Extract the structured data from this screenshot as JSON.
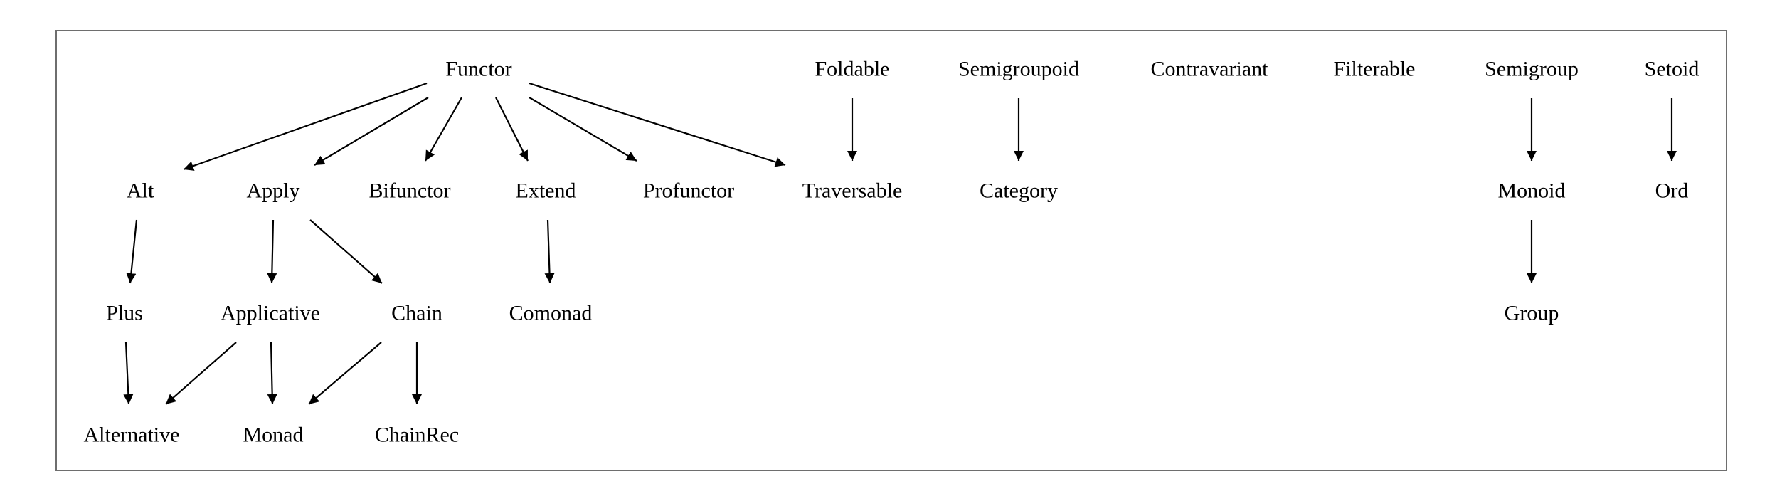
{
  "nodes": [
    {
      "id": "functor",
      "label": "Functor"
    },
    {
      "id": "foldable",
      "label": "Foldable"
    },
    {
      "id": "semigroupoid",
      "label": "Semigroupoid"
    },
    {
      "id": "contravariant",
      "label": "Contravariant"
    },
    {
      "id": "filterable",
      "label": "Filterable"
    },
    {
      "id": "semigroup",
      "label": "Semigroup"
    },
    {
      "id": "setoid",
      "label": "Setoid"
    },
    {
      "id": "alt",
      "label": "Alt"
    },
    {
      "id": "apply",
      "label": "Apply"
    },
    {
      "id": "bifunctor",
      "label": "Bifunctor"
    },
    {
      "id": "extend",
      "label": "Extend"
    },
    {
      "id": "profunctor",
      "label": "Profunctor"
    },
    {
      "id": "traversable",
      "label": "Traversable"
    },
    {
      "id": "category",
      "label": "Category"
    },
    {
      "id": "monoid",
      "label": "Monoid"
    },
    {
      "id": "ord",
      "label": "Ord"
    },
    {
      "id": "plus",
      "label": "Plus"
    },
    {
      "id": "applicative",
      "label": "Applicative"
    },
    {
      "id": "chain",
      "label": "Chain"
    },
    {
      "id": "comonad",
      "label": "Comonad"
    },
    {
      "id": "group",
      "label": "Group"
    },
    {
      "id": "alternative",
      "label": "Alternative"
    },
    {
      "id": "monad",
      "label": "Monad"
    },
    {
      "id": "chainrec",
      "label": "ChainRec"
    }
  ],
  "edges": [
    {
      "from": "functor",
      "to": "alt"
    },
    {
      "from": "functor",
      "to": "apply"
    },
    {
      "from": "functor",
      "to": "bifunctor"
    },
    {
      "from": "functor",
      "to": "extend"
    },
    {
      "from": "functor",
      "to": "profunctor"
    },
    {
      "from": "functor",
      "to": "traversable"
    },
    {
      "from": "foldable",
      "to": "traversable"
    },
    {
      "from": "semigroupoid",
      "to": "category"
    },
    {
      "from": "semigroup",
      "to": "monoid"
    },
    {
      "from": "setoid",
      "to": "ord"
    },
    {
      "from": "alt",
      "to": "plus"
    },
    {
      "from": "apply",
      "to": "applicative"
    },
    {
      "from": "apply",
      "to": "chain"
    },
    {
      "from": "extend",
      "to": "comonad"
    },
    {
      "from": "monoid",
      "to": "group"
    },
    {
      "from": "plus",
      "to": "alternative"
    },
    {
      "from": "applicative",
      "to": "alternative"
    },
    {
      "from": "applicative",
      "to": "monad"
    },
    {
      "from": "chain",
      "to": "monad"
    },
    {
      "from": "chain",
      "to": "chainrec"
    }
  ]
}
